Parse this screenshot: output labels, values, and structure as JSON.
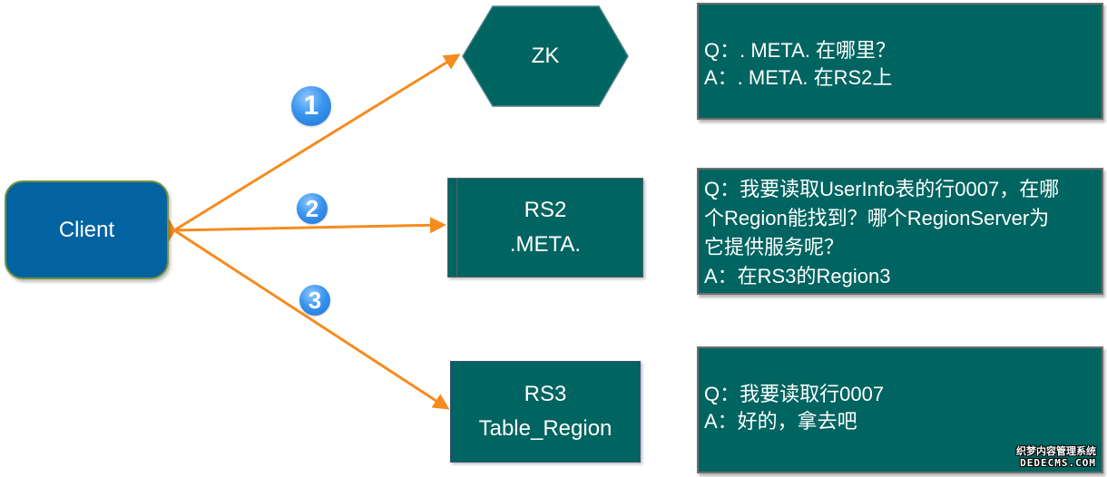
{
  "diagram": {
    "colors": {
      "client_fill": "#0363a1",
      "client_border": "#76923c",
      "node_fill": "#006460",
      "arrow": "#f68b1f",
      "step_badge": "#2f8ae8",
      "text": "#ffffff"
    },
    "nodes": {
      "client": {
        "label": "Client"
      },
      "zk": {
        "label": "ZK"
      },
      "rs2": {
        "line1": "RS2",
        "line2": ".META."
      },
      "rs3": {
        "line1": "RS3",
        "line2": "Table_Region"
      }
    },
    "steps": [
      {
        "number": "1",
        "from": "Client",
        "to": "ZK"
      },
      {
        "number": "2",
        "from": "Client",
        "to": "RS2"
      },
      {
        "number": "3",
        "from": "Client",
        "to": "RS3"
      }
    ],
    "qa_boxes": [
      {
        "lines": [
          "Q：. META. 在哪里？",
          "A：. META. 在RS2上"
        ]
      },
      {
        "lines": [
          "Q：我要读取UserInfo表的行0007，在哪",
          "个Region能找到？哪个RegionServer为",
          "它提供服务呢？",
          "A：在RS3的Region3"
        ]
      },
      {
        "lines": [
          "Q：我要读取行0007",
          "A：好的，拿去吧"
        ]
      }
    ],
    "watermark": {
      "line1": "织梦内容管理系统",
      "line2": "DEDECMS.COM"
    }
  }
}
